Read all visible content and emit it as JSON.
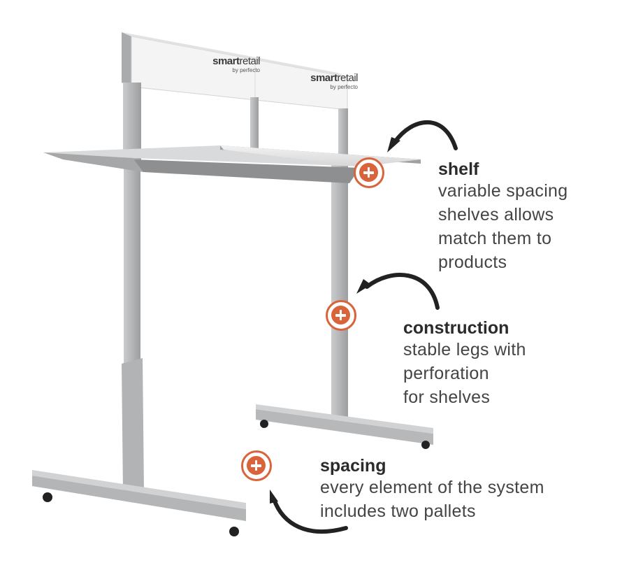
{
  "colors": {
    "accent": "#d9633a",
    "frame": "#b4b6b8",
    "text": "#444444"
  },
  "sign": {
    "brand_strong": "smart",
    "brand_light": "retail",
    "brand_sub": "by perfecto"
  },
  "callouts": [
    {
      "title": "shelf",
      "lines": [
        "variable spacing",
        "shelves allows",
        "match them to",
        "products"
      ]
    },
    {
      "title": "construction",
      "lines": [
        "stable legs with",
        "perforation",
        "for shelves"
      ]
    },
    {
      "title": "spacing",
      "lines": [
        "every element of the system",
        "includes two pallets"
      ]
    }
  ]
}
